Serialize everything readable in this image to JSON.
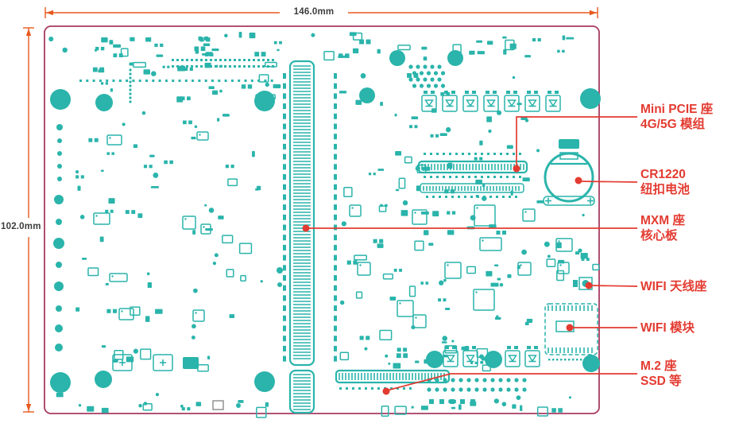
{
  "dimensions": {
    "width_label": "146.0mm",
    "height_label": "102.0mm"
  },
  "callouts": [
    {
      "id": "mini-pcie",
      "line1": "Mini PCIE 座",
      "line2": "4G/5G 模组"
    },
    {
      "id": "cr1220",
      "line1": "CR1220",
      "line2": "纽扣电池"
    },
    {
      "id": "mxm",
      "line1": "MXM 座",
      "line2": "核心板"
    },
    {
      "id": "wifi-antenna",
      "line1": "WIFI 天线座",
      "line2": ""
    },
    {
      "id": "wifi-module",
      "line1": "WIFI 模块",
      "line2": ""
    },
    {
      "id": "m2",
      "line1": "M.2 座",
      "line2": "SSD 等"
    }
  ],
  "colors": {
    "pcb": "#2ab4ab",
    "board_outline": "#a73a62",
    "callout": "#e33b31",
    "dimension": "#e8581d",
    "dimension_text": "#3d3d3d"
  }
}
